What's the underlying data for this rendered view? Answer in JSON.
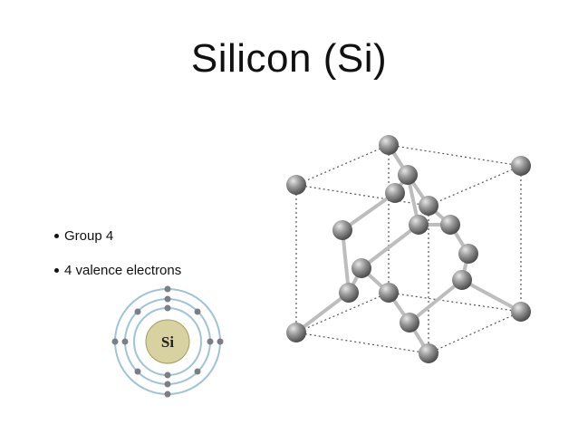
{
  "slide": {
    "title": "Silicon (Si)",
    "bullets": [
      "Group 4",
      "4 valence electrons"
    ]
  },
  "bohr_model": {
    "element_symbol": "Si",
    "shells": [
      2,
      8,
      4
    ],
    "colors": {
      "nucleus": "#d8d2a0",
      "ring": "#9fc4d6",
      "electron": "#7a7e85"
    }
  },
  "crystal": {
    "structure": "diamond cubic lattice",
    "colors": {
      "atom": "#8a8a8a",
      "bond": "#bdbdbd",
      "cell_edge": "#555555"
    }
  }
}
